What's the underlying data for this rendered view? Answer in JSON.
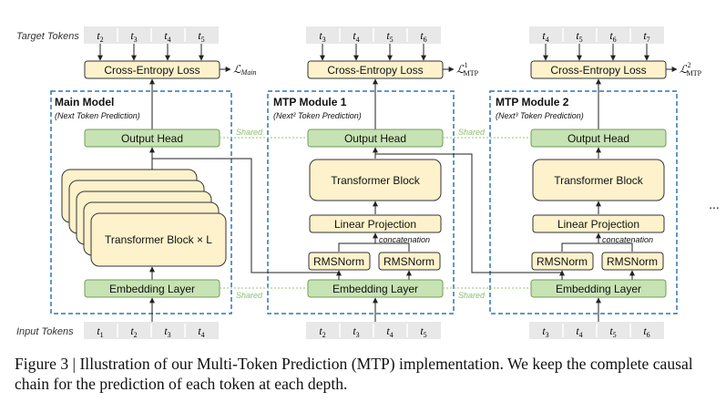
{
  "labels": {
    "target_tokens": "Target Tokens",
    "input_tokens": "Input Tokens",
    "shared": "Shared",
    "concatenation": "concatenation",
    "ellipsis": "..."
  },
  "main_model": {
    "title": "Main Model",
    "subtitle": "(Next Token Prediction)",
    "loss": "Cross-Entropy Loss",
    "loss_symbol": "ℒ",
    "loss_sub": "Main",
    "output_head": "Output Head",
    "transformer": "Transformer Block × L",
    "embedding": "Embedding Layer",
    "targets": [
      "t2",
      "t3",
      "t4",
      "t5"
    ],
    "inputs": [
      "t1",
      "t2",
      "t3",
      "t4"
    ]
  },
  "mtp1": {
    "title": "MTP Module 1",
    "subtitle": "(Next² Token Prediction)",
    "loss": "Cross-Entropy Loss",
    "loss_symbol": "ℒ",
    "loss_sup": "1",
    "loss_sub": "MTP",
    "output_head": "Output Head",
    "transformer": "Transformer Block",
    "linear": "Linear Projection",
    "rmsnorm_a": "RMSNorm",
    "rmsnorm_b": "RMSNorm",
    "embedding": "Embedding Layer",
    "targets": [
      "t3",
      "t4",
      "t5",
      "t6"
    ],
    "inputs": [
      "t2",
      "t3",
      "t4",
      "t5"
    ]
  },
  "mtp2": {
    "title": "MTP Module 2",
    "subtitle": "(Next³ Token Prediction)",
    "loss": "Cross-Entropy Loss",
    "loss_symbol": "ℒ",
    "loss_sup": "2",
    "loss_sub": "MTP",
    "output_head": "Output Head",
    "transformer": "Transformer Block",
    "linear": "Linear Projection",
    "rmsnorm_a": "RMSNorm",
    "rmsnorm_b": "RMSNorm",
    "embedding": "Embedding Layer",
    "targets": [
      "t4",
      "t5",
      "t6",
      "t7"
    ],
    "inputs": [
      "t3",
      "t4",
      "t5",
      "t6"
    ]
  },
  "caption": "Figure 3 | Illustration of our Multi-Token Prediction (MTP) implementation. We keep the complete causal chain for the prediction of each token at each depth.",
  "colors": {
    "loss_fill": "#fdf2cc",
    "block_fill": "#fdf2cc",
    "green_fill": "#c7e3b4",
    "green_stroke": "#6f9d56",
    "token_fill": "#e8e8e8",
    "dashed_border": "#2e75b6",
    "shared_text": "#8cbf6e"
  }
}
